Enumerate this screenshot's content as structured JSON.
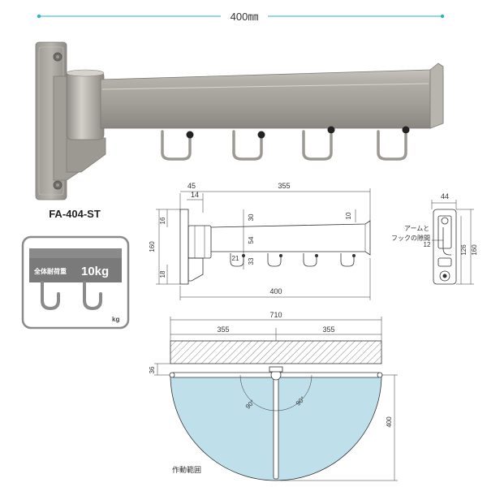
{
  "photo_width_label": "400㎜",
  "model_name": "FA-404-ST",
  "load_badge": {
    "prefix": "全体耐荷重",
    "value": "10kg",
    "unit": "kg"
  },
  "colors": {
    "accent": "#2bb3c0",
    "arm": "#a9a6a0",
    "arm_dark": "#7f7c77",
    "range_fill": "#bfe0ea"
  },
  "side_view": {
    "top_45": "45",
    "top_14": "14",
    "top_355": "355",
    "left_16": "16",
    "left_160": "160",
    "left_18": "18",
    "mid_30": "30",
    "mid_54": "54",
    "mid_33": "33",
    "mid_21": "21",
    "right_10": "10",
    "bottom_400": "400"
  },
  "end_view": {
    "top_44": "44",
    "note_line1": "アームと",
    "note_line2": "フックの隙間",
    "gap_12": "12",
    "h_126": "126",
    "h_160": "160"
  },
  "top_view": {
    "total_710": "710",
    "left_355": "355",
    "right_355": "355",
    "depth_36": "36",
    "angle_left": "90°",
    "angle_right": "90°",
    "range_400": "400",
    "range_label": "作動範囲"
  }
}
